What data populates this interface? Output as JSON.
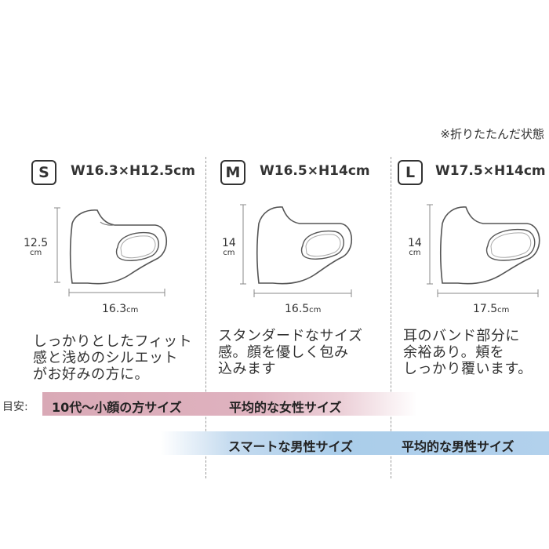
{
  "note": "※折りたたんだ状態",
  "sizes": [
    {
      "letter": "S",
      "dims": "W16.3×H12.5cm",
      "height_num": "12.5",
      "height_unit": "cm",
      "width_num": "16.3",
      "width_unit": "cm",
      "description": "しっかりとしたフィット\n感と浅めのシルエット\nがお好みの方に。"
    },
    {
      "letter": "M",
      "dims": "W16.5×H14cm",
      "height_num": "14",
      "height_unit": "cm",
      "width_num": "16.5",
      "width_unit": "cm",
      "description": "スタンダードなサイズ\n感。顔を優しく包み\n込みます"
    },
    {
      "letter": "L",
      "dims": "W17.5×H14cm",
      "height_num": "14",
      "height_unit": "cm",
      "width_num": "17.5",
      "width_unit": "cm",
      "description": "耳のバンド部分に\n余裕あり。頬を\nしっかり覆います。"
    }
  ],
  "guide": {
    "label": "目安:",
    "pink_band": [
      "10代〜小顔の方サイズ",
      "平均的な女性サイズ"
    ],
    "blue_band": [
      "スマートな男性サイズ",
      "平均的な男性サイズ"
    ],
    "pink_color": "#dfb2bf",
    "blue_color": "#aacdea"
  }
}
